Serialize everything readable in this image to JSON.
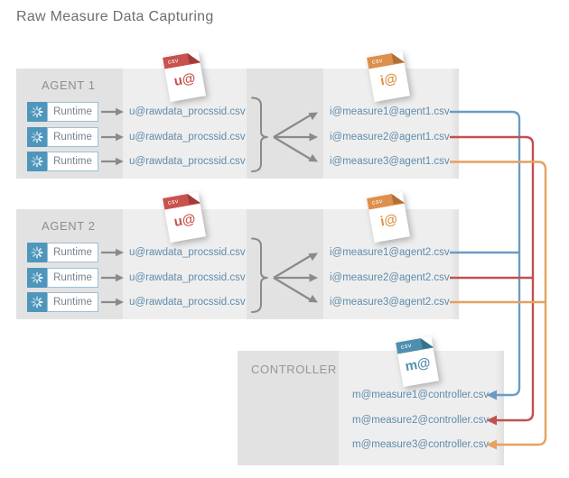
{
  "title": "Raw Measure Data Capturing",
  "agents": [
    {
      "name": "AGENT 1",
      "runtime_label": "Runtime",
      "raw_icon": {
        "badge": "csv",
        "label": "u@"
      },
      "measure_icon": {
        "badge": "csv",
        "label": "i@"
      },
      "raw_files": [
        "u@rawdata_procssid.csv",
        "u@rawdata_procssid.csv",
        "u@rawdata_procssid.csv"
      ],
      "measure_files": [
        "i@measure1@agent1.csv",
        "i@measure2@agent1.csv",
        "i@measure3@agent1.csv"
      ]
    },
    {
      "name": "AGENT 2",
      "runtime_label": "Runtime",
      "raw_icon": {
        "badge": "csv",
        "label": "u@"
      },
      "measure_icon": {
        "badge": "csv",
        "label": "i@"
      },
      "raw_files": [
        "u@rawdata_procssid.csv",
        "u@rawdata_procssid.csv",
        "u@rawdata_procssid.csv"
      ],
      "measure_files": [
        "i@measure1@agent2.csv",
        "i@measure2@agent2.csv",
        "i@measure3@agent2.csv"
      ]
    }
  ],
  "controller": {
    "name": "CONTROLLER",
    "icon": {
      "badge": "csv",
      "label": "m@"
    },
    "files": [
      "m@measure1@controller.csv",
      "m@measure2@controller.csv",
      "m@measure3@controller.csv"
    ]
  },
  "connections": [
    {
      "from": "i@measure1",
      "to": "m@measure1@controller.csv",
      "color": "#6b9cc3"
    },
    {
      "from": "i@measure2",
      "to": "m@measure2@controller.csv",
      "color": "#c1514e"
    },
    {
      "from": "i@measure3",
      "to": "m@measure3@controller.csv",
      "color": "#e5a160"
    }
  ],
  "colors": {
    "band_dark": "#e3e2e2",
    "band_light": "#efeeee",
    "file_text": "#5d8cac",
    "raw_icon_red": "#c9514e",
    "measure_icon_orange": "#dd8f4d",
    "controller_icon_blue": "#4f8fae",
    "runtime_square_blue": "#4e96bc",
    "arrow_gray": "#8a8a8a"
  }
}
